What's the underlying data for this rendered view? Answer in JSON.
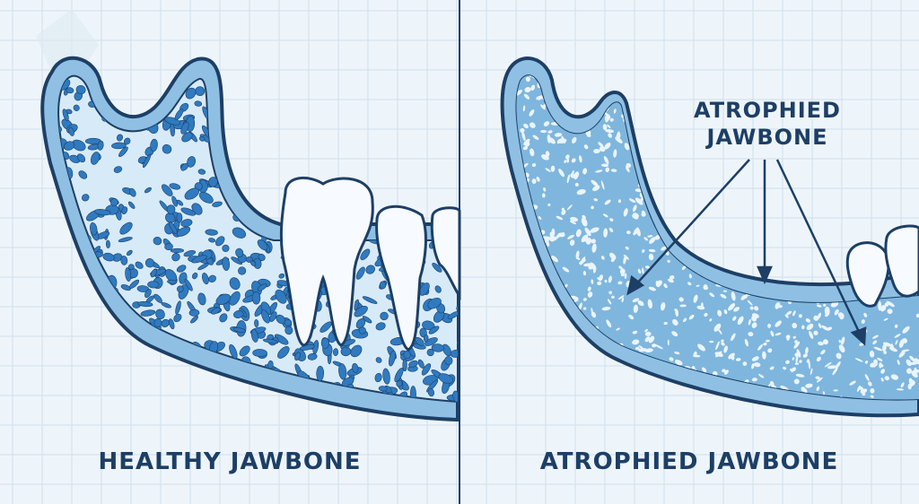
{
  "panels": {
    "left": {
      "title": "HEALTHY JAWBONE"
    },
    "right": {
      "title": "ATROPHIED JAWBONE",
      "callout_line1": "ATROPHIED",
      "callout_line2": "JAWBONE"
    }
  },
  "colors": {
    "background": "#eef5fa",
    "grid": "#cfe0ec",
    "outline": "#1d3f66",
    "bone_outer": "#8fc0e3",
    "bone_inner": "#d7eaf7",
    "trabecular_dense": "#2f7ac0",
    "tooth": "#f7fbff",
    "text": "#1d3f66"
  }
}
